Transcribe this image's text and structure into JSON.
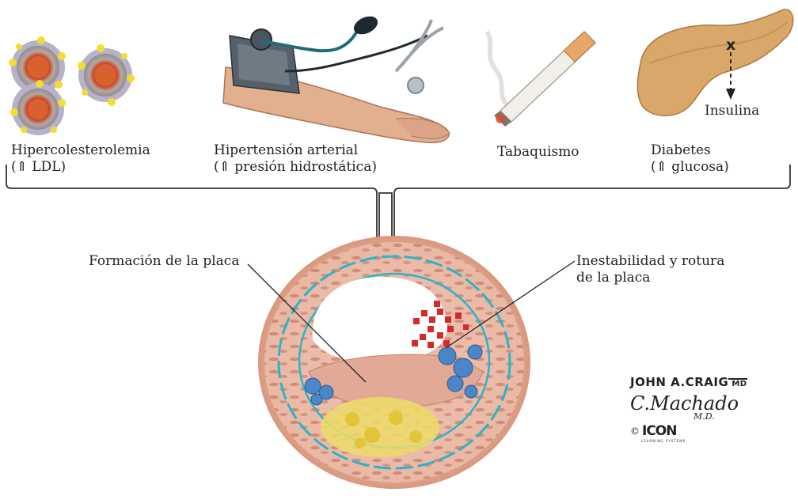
{
  "risk_factors": [
    {
      "id": "ldl",
      "name": "Hipercolesterolemia",
      "effect": "(⇑ LDL)",
      "icon": "ldl-particles"
    },
    {
      "id": "htn",
      "name": "Hipertensión arterial",
      "effect": "(⇑ presión hidrostática)",
      "icon": "blood-pressure-cuff"
    },
    {
      "id": "smoke",
      "name": "Tabaquismo",
      "effect": "",
      "icon": "cigarette"
    },
    {
      "id": "dm",
      "name": "Diabetes",
      "effect": "(⇑ glucosa)",
      "icon": "pancreas"
    }
  ],
  "pancreas_label": "Insulina",
  "pancreas_block_mark": "x",
  "plaque_labels": {
    "formation": "Formación de la placa",
    "instability_line1": "Inestabilidad y rotura",
    "instability_line2": "de la placa"
  },
  "signature": {
    "artist": "JOHN A.CRAIG",
    "artist_suffix": "MD",
    "co_artist": "C.Machado",
    "co_artist_suffix": "M.D.",
    "copyright": "©",
    "logo": "ICON",
    "logo_sub": "LEARNING SYSTEMS"
  },
  "colors": {
    "vessel_wall": "#e9b7a4",
    "intima_line": "#2bb3c9",
    "thrombus": "#d62a2a",
    "foam_cells": "#4a86c8",
    "lipid_core": "#e9d84a"
  }
}
